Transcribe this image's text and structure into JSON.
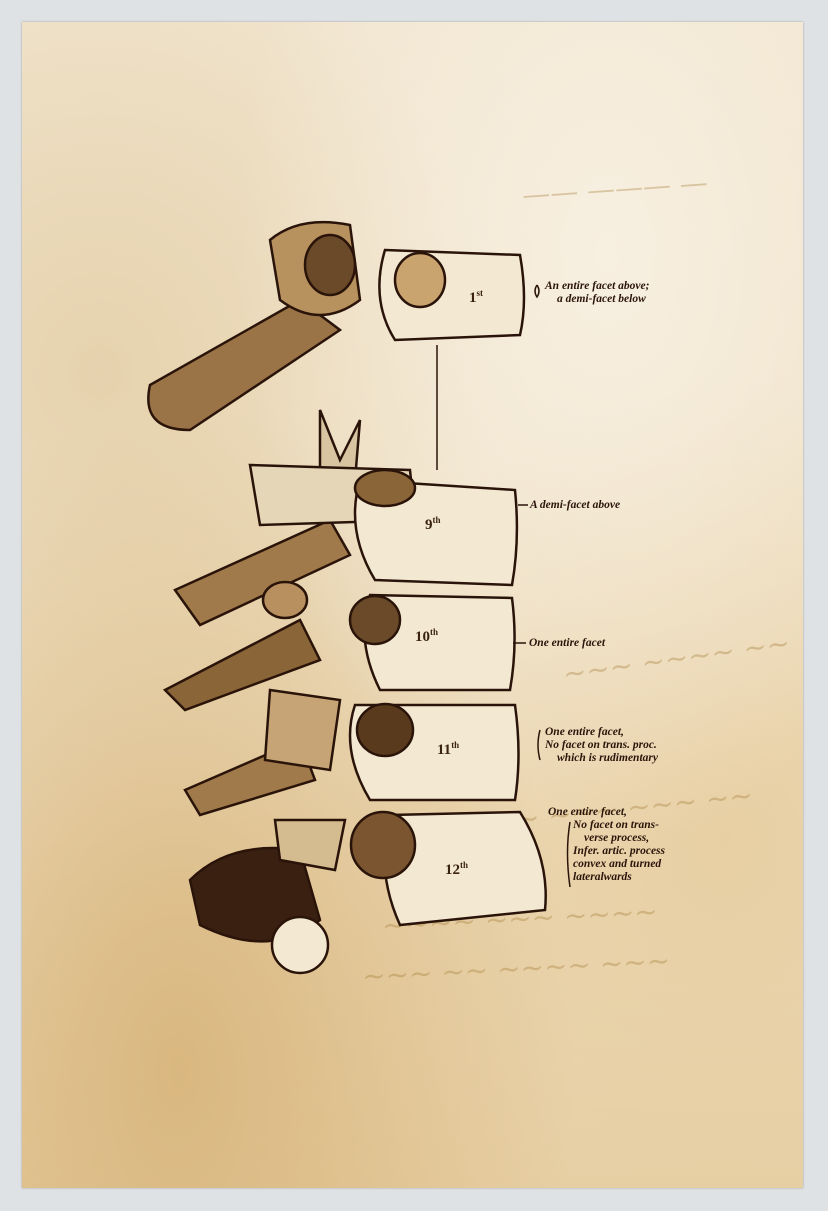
{
  "vertebrae": [
    {
      "number": "1",
      "suffix": "st",
      "note": [
        "An entire facet above;",
        "a demi-facet below"
      ]
    },
    {
      "number": "9",
      "suffix": "th",
      "note": [
        "A demi-facet above"
      ]
    },
    {
      "number": "10",
      "suffix": "th",
      "note": [
        "One entire facet"
      ]
    },
    {
      "number": "11",
      "suffix": "th",
      "note": [
        "One entire facet,",
        "No facet on trans. proc.",
        "which is rudimentary"
      ]
    },
    {
      "number": "12",
      "suffix": "th",
      "note": [
        "One entire facet,",
        "No facet on trans-",
        "verse process,",
        "Infer. artic. process",
        "convex and turned",
        "lateralwards"
      ]
    }
  ],
  "colors": {
    "ink": "#2a140a",
    "paper": "#efe1c6",
    "bone": "#f3e8d2",
    "shade": "#7a5530"
  }
}
